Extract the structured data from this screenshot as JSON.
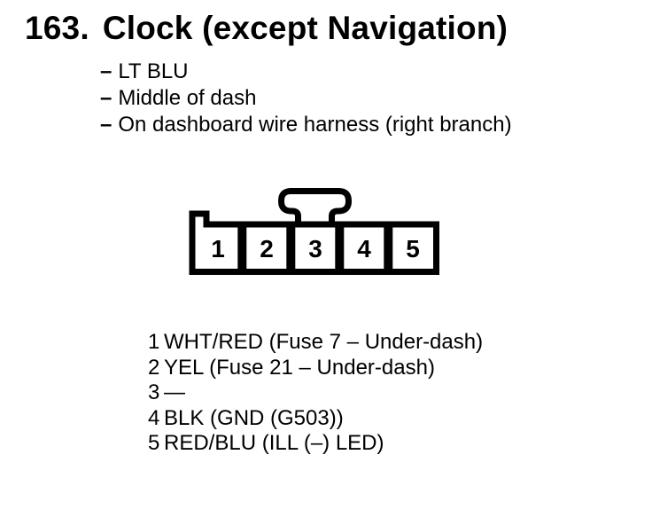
{
  "page": {
    "number": "163.",
    "title": "Clock (except Navigation)"
  },
  "notes": {
    "dash": "–",
    "items": [
      "LT BLU",
      "Middle of dash",
      "On dashboard wire harness (right branch)"
    ]
  },
  "connector": {
    "type": "5-pin connector, front view",
    "cavity_labels": [
      "1",
      "2",
      "3",
      "4",
      "5"
    ]
  },
  "pins": [
    {
      "num": "1",
      "desc": "WHT/RED (Fuse 7 – Under-dash)"
    },
    {
      "num": "2",
      "desc": "YEL (Fuse 21 – Under-dash)"
    },
    {
      "num": "3",
      "desc": "—"
    },
    {
      "num": "4",
      "desc": "BLK (GND (G503))"
    },
    {
      "num": "5",
      "desc": "RED/BLU (ILL (–) LED)"
    }
  ],
  "colors": {
    "ink": "#000000",
    "paper": "#ffffff"
  }
}
